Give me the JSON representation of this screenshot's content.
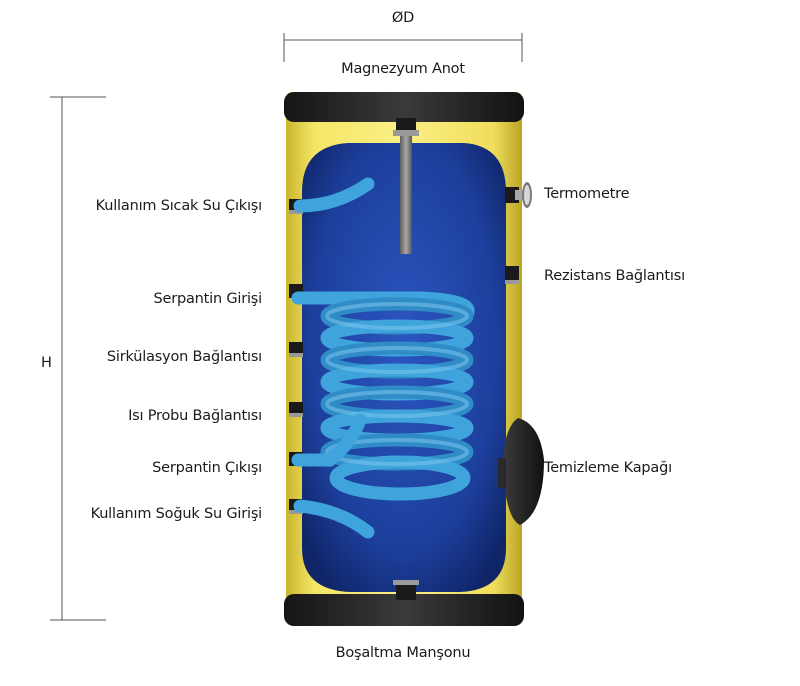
{
  "dimensions": {
    "diameter": "ØD",
    "height": "H"
  },
  "labels": {
    "magnesium_anode": "Magnezyum Anot",
    "hot_water_outlet": "Kullanım Sıcak Su Çıkışı",
    "coil_inlet": "Serpantin Girişi",
    "circulation_connection": "Sirkülasyon Bağlantısı",
    "heat_probe_connection": "Isı Probu Bağlantısı",
    "coil_outlet": "Serpantin Çıkışı",
    "cold_water_inlet": "Kullanım Soğuk Su Girişi",
    "thermometer": "Termometre",
    "resistance_connection": "Rezistans Bağlantısı",
    "cleaning_cover": "Temizleme Kapağı",
    "drain_socket": "Boşaltma Manşonu"
  },
  "colors": {
    "jacket": "#f2e05a",
    "tank": "#1d3f9c",
    "coil": "#3fa4dc",
    "cap": "#2b2b2b",
    "anode": "#7d7d7d"
  }
}
